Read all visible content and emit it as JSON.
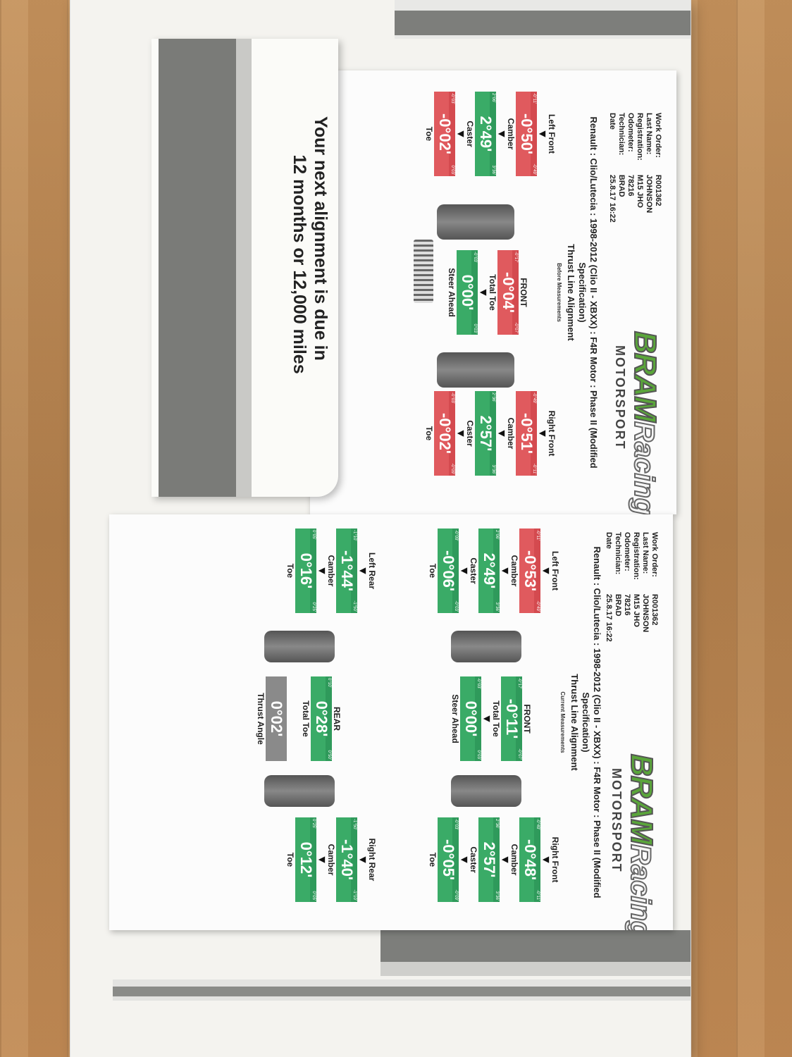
{
  "flap": {
    "message_line1": "Your next alignment is due in",
    "message_line2": "12 months or 12,000 miles"
  },
  "header": {
    "labels": [
      "Work Order:",
      "Last Name:",
      "Registration:",
      "Odometer:",
      "Technician:",
      "Date"
    ],
    "values": [
      "R001362",
      "JOHNSON",
      "M15 JHO",
      "78216",
      "BRAD",
      "25.8.17 16:22"
    ],
    "title_line1": "Renault : Clio/Lutecia : 1998-2012 (Clio II - XBXX) : F4R Motor : Phase II (Modified",
    "title_line2": "Specification)",
    "title_line3": "Thrust Line Alignment"
  },
  "logo": {
    "word1": "BRAM",
    "word2": "Racing",
    "word3": "MOTORSPORT"
  },
  "before_sheet": {
    "subtitle": "Before Measurements",
    "left_front": {
      "title": "Left Front",
      "camber": {
        "label": "Camber",
        "value": "-0°50'",
        "min": "-0°11'",
        "max": "-0°49'",
        "color": "red"
      },
      "caster": {
        "label": "Caster",
        "value": "2°49'",
        "min": "2°06'",
        "max": "3°36'",
        "color": "green"
      },
      "toe": {
        "label": "Toe",
        "value": "-0°02'",
        "min": "-0°03'",
        "max": "0°03'",
        "color": "red"
      }
    },
    "front": {
      "title": "FRONT",
      "total_toe": {
        "label": "Total Toe",
        "value": "-0°04'",
        "min": "-0°17'",
        "max": "-0°07'",
        "color": "red"
      },
      "steer_ahead": {
        "label": "Steer Ahead",
        "value": "0°00'",
        "min": "-0°03'",
        "max": "0°03'",
        "color": "green"
      }
    },
    "right_front": {
      "title": "Right Front",
      "camber": {
        "label": "Camber",
        "value": "-0°51'",
        "min": "-0°49'",
        "max": "-0°11'",
        "color": "red"
      },
      "caster": {
        "label": "Caster",
        "value": "2°57'",
        "min": "2°36'",
        "max": "3°36'",
        "color": "green"
      },
      "toe": {
        "label": "Toe",
        "value": "-0°02'",
        "min": "-0°03'",
        "max": "-0°09'",
        "color": "red"
      }
    }
  },
  "current_sheet": {
    "subtitle": "Current Measurements",
    "left_front": {
      "title": "Left Front",
      "camber": {
        "label": "Camber",
        "value": "-0°53'",
        "min": "-0°11'",
        "max": "-0°49'",
        "color": "red"
      },
      "caster": {
        "label": "Caster",
        "value": "2°49'",
        "min": "2°06'",
        "max": "3°36'",
        "color": "green"
      },
      "toe": {
        "label": "Toe",
        "value": "-0°06'",
        "min": "-0°09'",
        "max": "-0°03'",
        "color": "green"
      }
    },
    "front": {
      "title": "FRONT",
      "total_toe": {
        "label": "Total Toe",
        "value": "-0°11'",
        "min": "-0°17'",
        "max": "-0°07'",
        "color": "green"
      },
      "steer_ahead": {
        "label": "Steer Ahead",
        "value": "0°00'",
        "min": "-0°03'",
        "max": "0°03'",
        "color": "green"
      }
    },
    "right_front": {
      "title": "Right Front",
      "camber": {
        "label": "Camber",
        "value": "-0°48'",
        "min": "-0°49'",
        "max": "-0°11'",
        "color": "green"
      },
      "caster": {
        "label": "Caster",
        "value": "2°57'",
        "min": "2°36'",
        "max": "3°36'",
        "color": "green"
      },
      "toe": {
        "label": "Toe",
        "value": "-0°05'",
        "min": "-0°03'",
        "max": "-0°09'",
        "color": "green"
      }
    },
    "left_rear": {
      "title": "Left Rear",
      "camber": {
        "label": "Camber",
        "value": "-1°44'",
        "min": "-1°10'",
        "max": "-1°50'",
        "color": "green"
      },
      "toe": {
        "label": "Toe",
        "value": "0°16'",
        "min": "0°05'",
        "max": "0°25'",
        "color": "green"
      }
    },
    "rear": {
      "title": "REAR",
      "total_toe": {
        "label": "Total Toe",
        "value": "0°28'",
        "min": "0°10'",
        "max": "0°50'",
        "color": "green"
      },
      "thrust_angle": {
        "label": "Thrust Angle",
        "value": "0°02'",
        "color": "grey"
      }
    },
    "right_rear": {
      "title": "Right Rear",
      "camber": {
        "label": "Camber",
        "value": "-1°40'",
        "min": "-1°50'",
        "max": "-1°10'",
        "color": "green"
      },
      "toe": {
        "label": "Toe",
        "value": "0°12'",
        "min": "0°25'",
        "max": "0°05'",
        "color": "green"
      }
    }
  }
}
